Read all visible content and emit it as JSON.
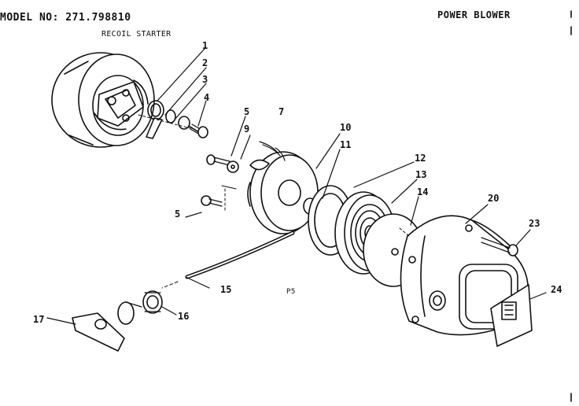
{
  "header": {
    "model_number": "MODEL NO: 271.798810",
    "product_title": "POWER BLOWER",
    "section_title": "RECOIL STARTER"
  },
  "page_code": "P5",
  "callouts": [
    {
      "id": "c1",
      "label": "1"
    },
    {
      "id": "c2",
      "label": "2"
    },
    {
      "id": "c3",
      "label": "3"
    },
    {
      "id": "c4",
      "label": "4"
    },
    {
      "id": "c5a",
      "label": "5"
    },
    {
      "id": "c7",
      "label": "7"
    },
    {
      "id": "c9",
      "label": "9"
    },
    {
      "id": "c10",
      "label": "10"
    },
    {
      "id": "c11",
      "label": "11"
    },
    {
      "id": "c12",
      "label": "12"
    },
    {
      "id": "c13",
      "label": "13"
    },
    {
      "id": "c14",
      "label": "14"
    },
    {
      "id": "c5b",
      "label": "5"
    },
    {
      "id": "c15",
      "label": "15"
    },
    {
      "id": "c16",
      "label": "16"
    },
    {
      "id": "c17",
      "label": "17"
    },
    {
      "id": "c20",
      "label": "20"
    },
    {
      "id": "c23",
      "label": "23"
    },
    {
      "id": "c24",
      "label": "24"
    }
  ],
  "colors": {
    "ink": "#111111",
    "paper": "#ffffff"
  }
}
